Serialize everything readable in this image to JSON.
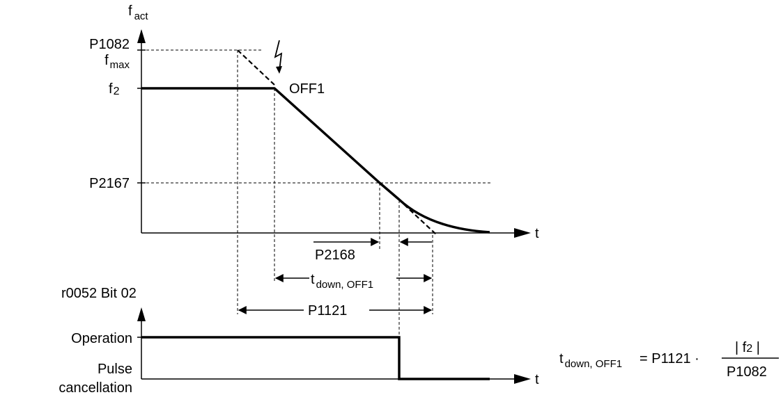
{
  "upper_plot": {
    "y_axis": {
      "base": "f",
      "sub": "act"
    },
    "x_axis": "t",
    "levels": {
      "p1082": "P1082",
      "fmax_base": "f",
      "fmax_sub": "max",
      "f2_base": "f",
      "f2_sub": "2",
      "p2167": "P2167"
    },
    "event_label": "OFF1"
  },
  "dimensions": {
    "p2168": "P2168",
    "tdown_base": "t",
    "tdown_sub": "down, OFF1",
    "p1121": "P1121"
  },
  "lower_plot": {
    "title": "r0052  Bit 02",
    "state_high": "Operation",
    "state_low_line1": "Pulse",
    "state_low_line2": "cancellation",
    "x_axis": "t"
  },
  "formula": {
    "lhs_base": "t",
    "lhs_sub": "down, OFF1",
    "equals": "= P1121 ·",
    "numerator_left": "| f",
    "numerator_sub": "2",
    "numerator_right": " |",
    "denominator": "P1082"
  }
}
